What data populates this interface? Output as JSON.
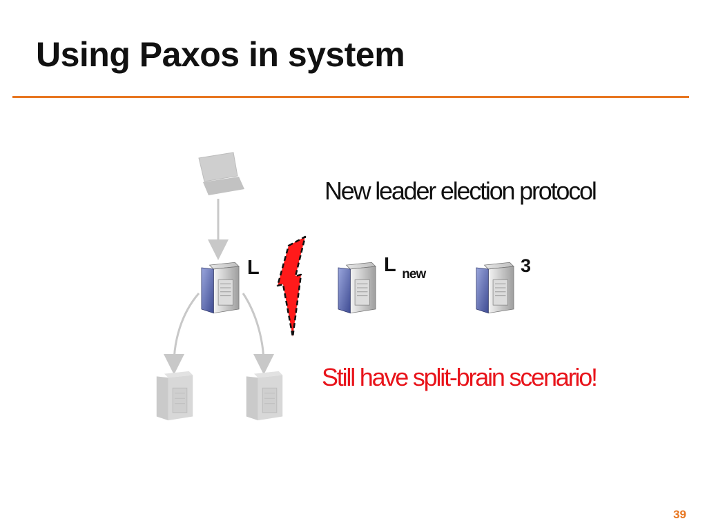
{
  "slide": {
    "title": "Using Paxos in system",
    "page_number": "39"
  },
  "labels": {
    "old_leader": "L",
    "new_leader_main": "L",
    "new_leader_sub": "new",
    "node_three": "3"
  },
  "notes": {
    "protocol": "New leader election protocol",
    "warning": "Still have split-brain scenario!"
  },
  "colors": {
    "accent": "#e87722",
    "warning": "#e8141b",
    "lightning": "#ff1a1a",
    "faded": "#c8c8c8",
    "server_blue": "#6f7fc3"
  },
  "icons": {
    "client": "laptop-icon",
    "server": "server-icon",
    "failure": "lightning-bolt-icon"
  }
}
